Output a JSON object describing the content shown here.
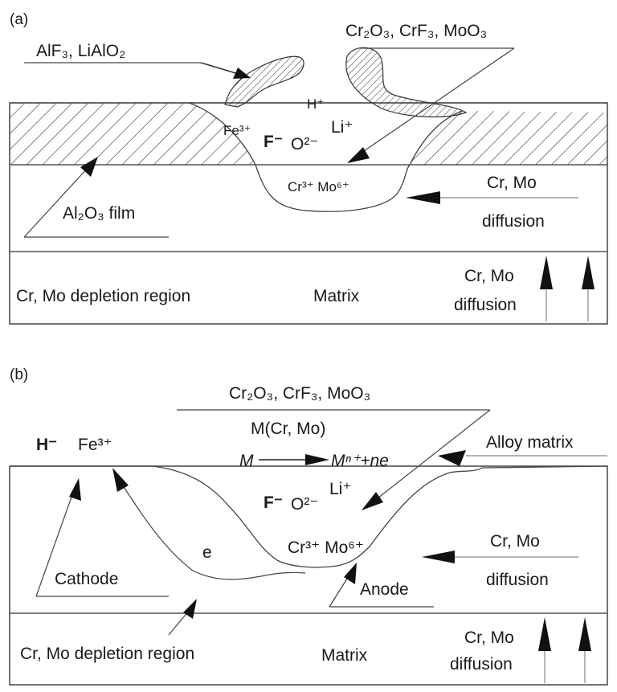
{
  "panel_a": {
    "tag": "(a)",
    "products_left": "AlF₃, LiAlO₂",
    "products_right": "Cr₂O₃, CrF₃, MoO₃",
    "ion_h": "H⁺",
    "ion_fe": "Fe³⁺",
    "ion_f": "F⁻",
    "ion_o": "O²⁻",
    "ion_li": "Li⁺",
    "ion_cr_mo": "Cr³⁺ Mo⁶⁺",
    "film": "Al₂O₃ film",
    "diff_line1": "Cr, Mo",
    "diff_line2": "diffusion",
    "depletion": "Cr, Mo depletion region",
    "matrix": "Matrix",
    "vdiff_line1": "Cr, Mo",
    "vdiff_line2": "diffusion"
  },
  "panel_b": {
    "tag": "(b)",
    "products": "Cr₂O₃, CrF₃, MoO₃",
    "m_label": "M(Cr, Mo)",
    "reaction_left": "M",
    "reaction_right": "Mⁿ⁺+ne",
    "ion_h": "H⁻",
    "ion_fe": "Fe³⁺",
    "ion_f": "F⁻",
    "ion_o": "O²⁻",
    "ion_li": "Li⁺",
    "ion_cr_mo": "Cr³⁺ Mo⁶⁺",
    "electron": "e",
    "alloy_matrix": "Alloy matrix",
    "cathode": "Cathode",
    "anode": "Anode",
    "diff_line1": "Cr, Mo",
    "diff_line2": "diffusion",
    "depletion": "Cr, Mo depletion region",
    "matrix": "Matrix",
    "vdiff_line1": "Cr, Mo",
    "vdiff_line2": "diffusion"
  }
}
